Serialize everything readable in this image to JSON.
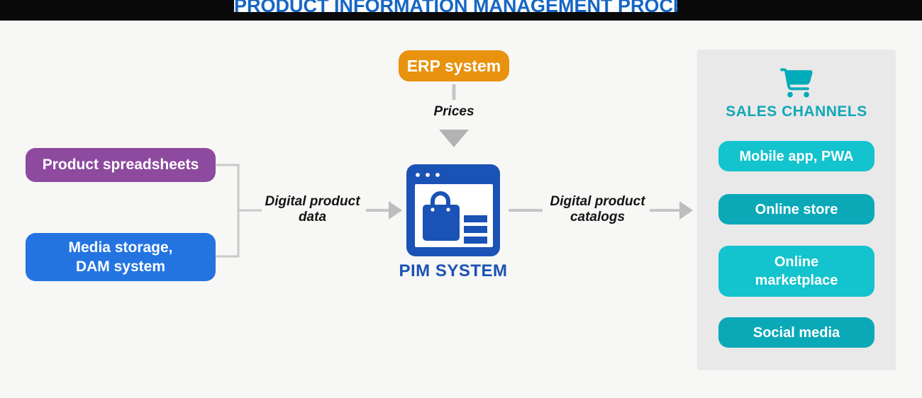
{
  "title": {
    "text": "PRODUCT INFORMATION MANAGEMENT PROCESS"
  },
  "sources": {
    "spreadsheets": "Product spreadsheets",
    "media_dam": "Media storage,\nDAM system"
  },
  "erp": {
    "label": "ERP system"
  },
  "flow_labels": {
    "prices": "Prices",
    "to_pim": "Digital product\ndata",
    "from_pim": "Digital product\ncatalogs"
  },
  "pim": {
    "label": "PIM SYSTEM",
    "icon": "browser-window-shopping-bag-icon"
  },
  "sales_channels": {
    "heading": "SALES CHANNELS",
    "icon": "shopping-cart-icon",
    "items": [
      {
        "label": "Mobile app, PWA"
      },
      {
        "label": "Online store"
      },
      {
        "label": "Online marketplace"
      },
      {
        "label": "Social media"
      }
    ]
  },
  "colors": {
    "title_blue": "#1566c4",
    "source_purple": "#8d4a9e",
    "source_blue": "#2374e1",
    "erp_orange": "#e8920d",
    "pim_blue": "#1b52b5",
    "teal_dark": "#0ba9b8",
    "teal_light": "#13c3cd",
    "heading_teal": "#12a7b8",
    "panel_gray": "#e9e9e9",
    "connector_gray": "#c6c6c6",
    "topbar_black": "#0a0a0a"
  }
}
